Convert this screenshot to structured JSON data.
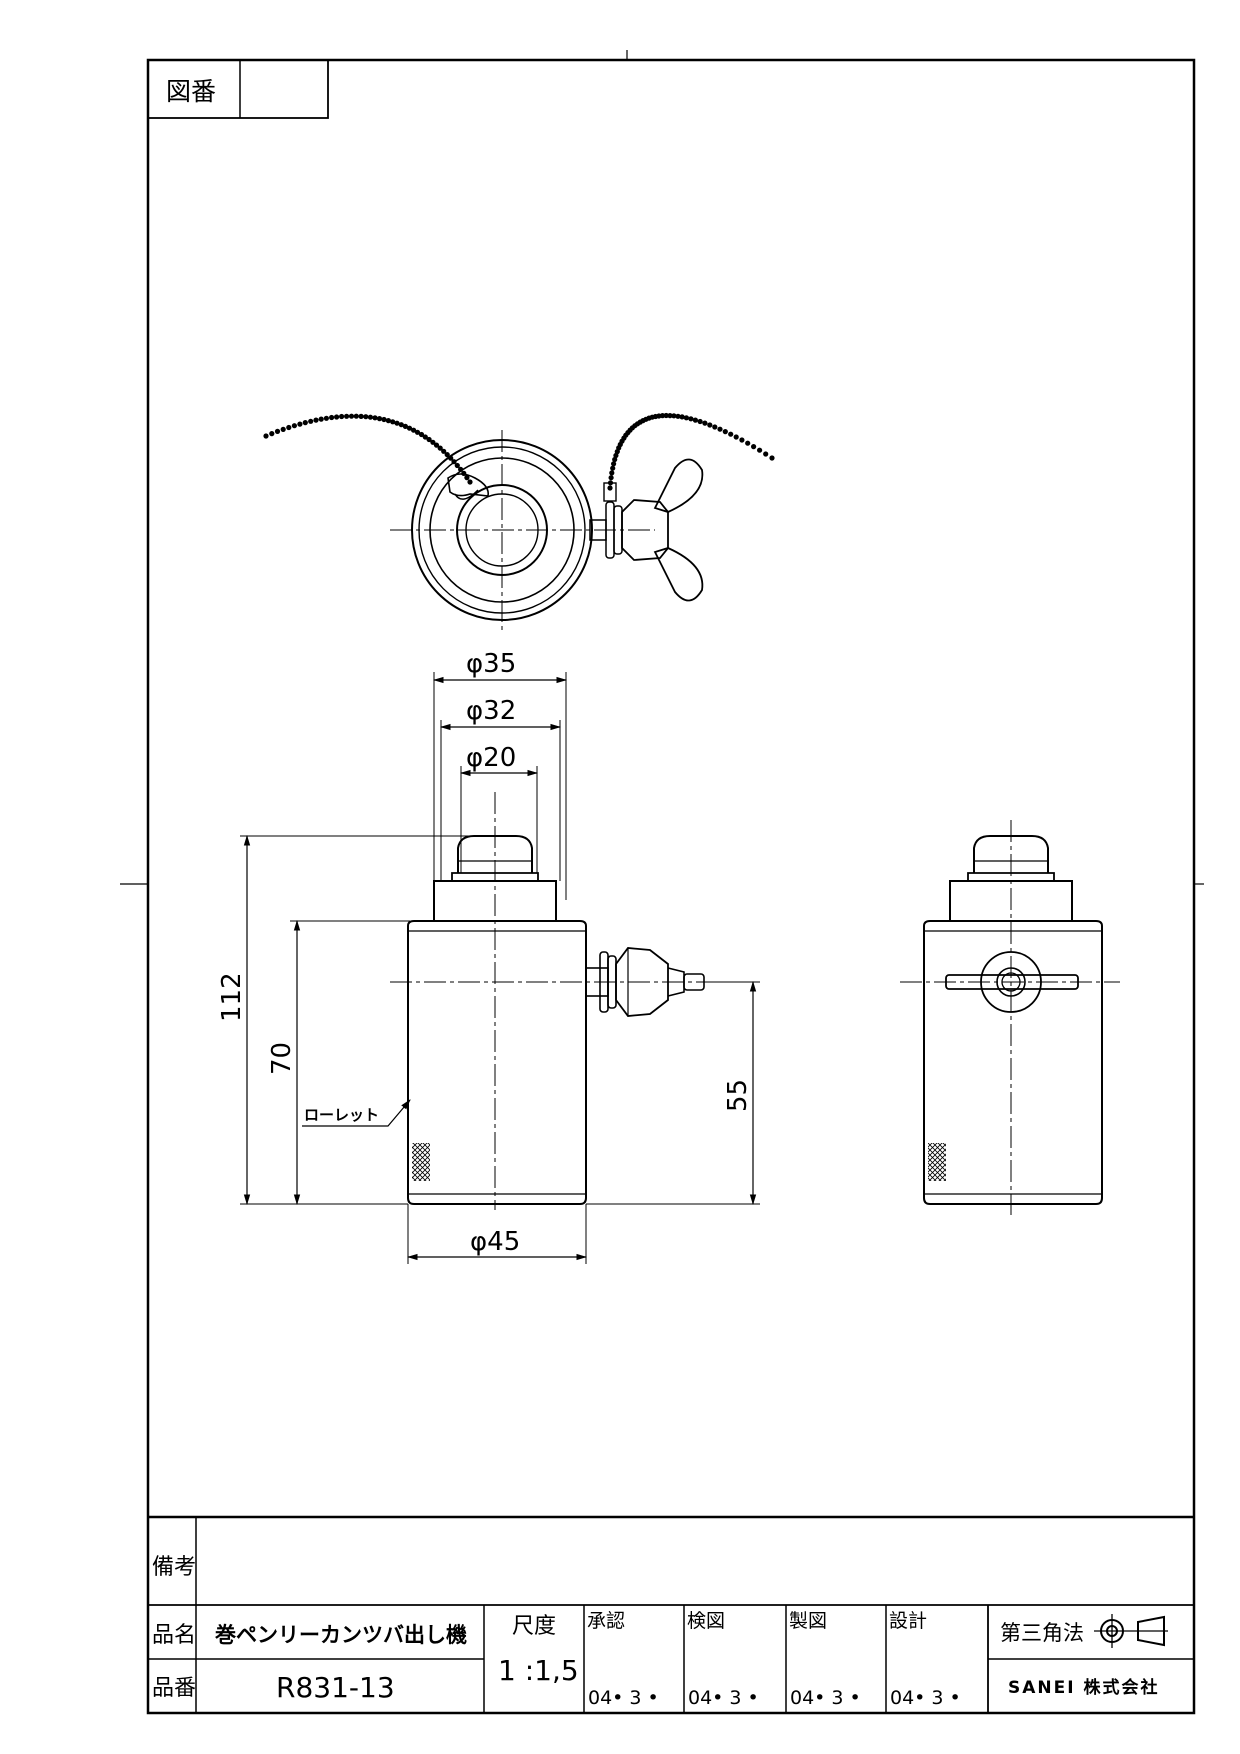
{
  "header": {
    "drawing_number_label": "図番",
    "drawing_number_value": ""
  },
  "dimensions": {
    "d35": "φ35",
    "d32": "φ32",
    "d20": "φ20",
    "d45": "φ45",
    "h112": "112",
    "h70": "70",
    "h55": "55",
    "knurl_note": "ローレット"
  },
  "title_block": {
    "remarks_label": "備考",
    "remarks_value": "",
    "product_name_label": "品名",
    "product_name": "巻ペンリーカンツバ出し機",
    "product_number_label": "品番",
    "product_number": "R831-13",
    "scale_label": "尺度",
    "scale_value": "1 :1,5",
    "approval_label": "承認",
    "approval_date": "04• 3 •",
    "inspection_label": "検図",
    "inspection_date": "04• 3 •",
    "drafting_label": "製図",
    "drafting_date": "04• 3 •",
    "design_label": "設計",
    "design_date": "04• 3 •",
    "projection_label": "第三角法",
    "company": "SANEI 株式会社"
  }
}
